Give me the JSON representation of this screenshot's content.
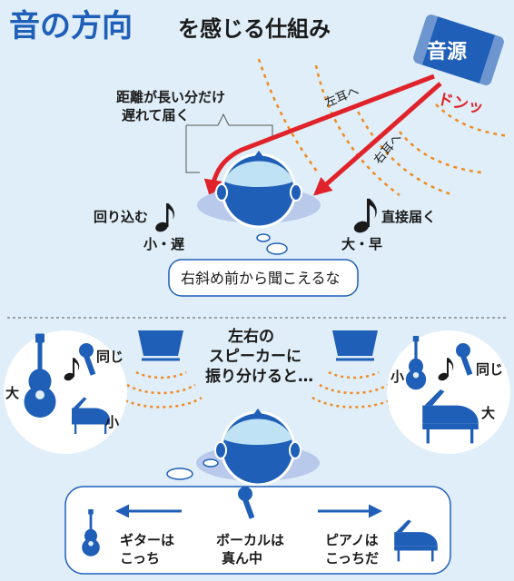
{
  "title": {
    "main": "音の方向",
    "sub": "を感じる仕組み"
  },
  "top": {
    "source_label": "音源",
    "sound_effect": "ドンッ",
    "path_left_label": "左耳へ",
    "path_right_label": "右耳へ",
    "delay_note": [
      "距離が長い分だけ",
      "遅れて届く"
    ],
    "left_ear": {
      "caption": "回り込む",
      "level": "小・遅"
    },
    "right_ear": {
      "caption": "直接届く",
      "level": "大・早"
    },
    "thought": "右斜め前から聞こえるな"
  },
  "bottom": {
    "center_text": [
      "左右の",
      "スピーカーに",
      "振り分けると…"
    ],
    "left_circle": {
      "guitar": "大",
      "mic": "同じ",
      "piano": "小"
    },
    "right_circle": {
      "guitar": "小",
      "mic": "同じ",
      "piano": "大"
    },
    "thought": {
      "guitar": [
        "ギターは",
        "こっち"
      ],
      "vocal": [
        "ボーカルは",
        "真ん中"
      ],
      "piano": [
        "ピアノは",
        "こっちだ"
      ]
    }
  },
  "colors": {
    "blue": "#1f5fb8",
    "red": "#e0232a",
    "orange": "#f08a1e",
    "bg": "#dfeef8",
    "pale": "#b9c9ec"
  }
}
